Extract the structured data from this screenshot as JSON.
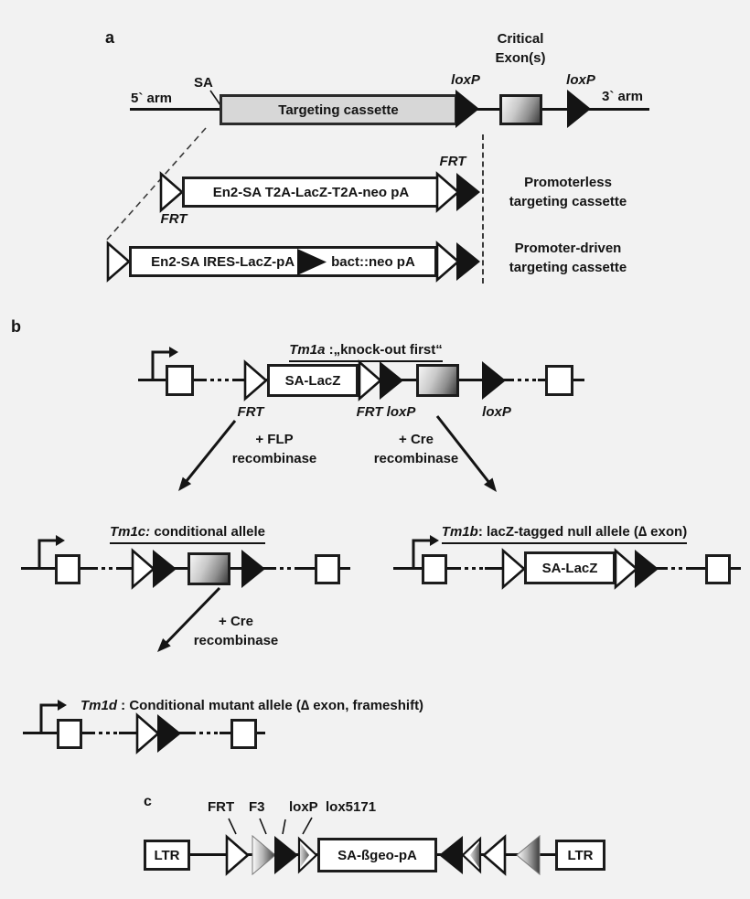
{
  "figure": {
    "background": "#f2f2f2",
    "ink": "#141414",
    "cassette_fill": "#d7d7d7"
  },
  "panel_a": {
    "label": "a",
    "five_prime_arm": "5` arm",
    "sa_label": "SA",
    "targeting_cassette": "Targeting cassette",
    "loxp_label_1": "loxP",
    "critical_exons_label": "Critical\nExon(s)",
    "loxp_label_2": "loxP",
    "three_prime_arm": "3` arm",
    "frt_label_bottom": "FRT",
    "frt_label_top": "FRT",
    "promoterless_cassette_text": "En2-SA T2A-LacZ-T2A-neo pA",
    "promoterless_label": "Promoterless\ntargeting cassette",
    "promoter_driven_cassette_left": "En2-SA IRES-LacZ-pA",
    "promoter_driven_cassette_right": "bact::neo pA",
    "promoter_driven_label": "Promoter-driven\ntargeting cassette"
  },
  "panel_b": {
    "label": "b",
    "tm1a_name": "Tm1a",
    "tm1a_rest": " :„knock-out first“",
    "frt_label": "FRT",
    "frt_loxp_label": "FRT loxP",
    "loxp_label": "loxP",
    "sa_lacz_1": "SA-LacZ",
    "flp_label": "+ FLP\nrecombinase",
    "cre_label_1": "+ Cre\nrecombinase",
    "tm1c_name": "Tm1c:",
    "tm1c_rest": " conditional allele",
    "tm1b_name": "Tm1b",
    "tm1b_rest": ": lacZ-tagged null allele (∆ exon)",
    "sa_lacz_2": "SA-LacZ",
    "cre_label_2": "+ Cre\nrecombinase",
    "tm1d_name": "Tm1d",
    "tm1d_rest": " : Conditional mutant allele (∆ exon, frameshift)"
  },
  "panel_c": {
    "label": "c",
    "ltr_left": "LTR",
    "frt_label": "FRT",
    "f3_label": "F3",
    "loxp_label": "loxP",
    "lox5171_label": "lox5171",
    "cassette": "SA-ßgeo-pA",
    "ltr_right": "LTR"
  }
}
